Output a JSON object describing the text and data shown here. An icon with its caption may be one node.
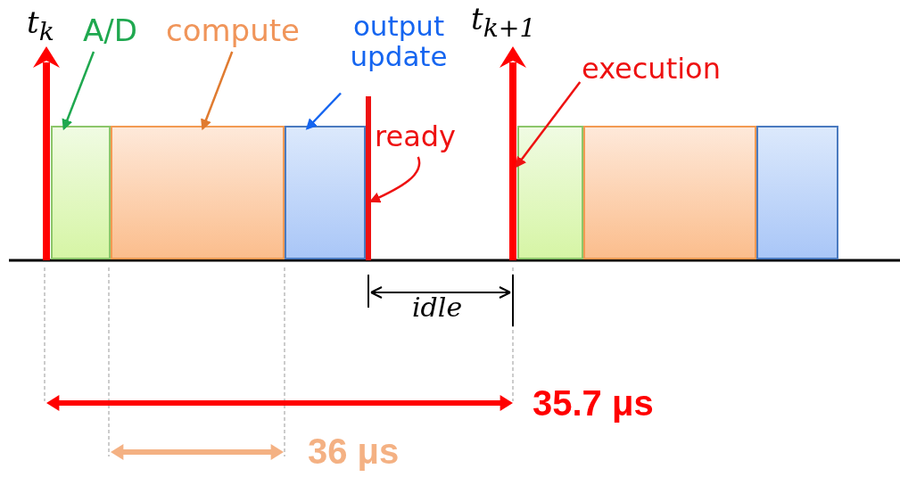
{
  "diagram": {
    "nodes": [
      {
        "text": [
          "t$_{k}$"
        ]
      },
      {
        "text": [
          "A/D"
        ]
      },
      {
        "text": [
          "compute"
        ]
      },
      {
        "text": [
          "output update"
        ]
      },
      {
        "text": [
          "t$_{k+1}$"
        ]
      },
      {
        "text": [
          "execution"
        ]
      },
      {
        "text": [],
        "shape": "box"
      },
      {
        "text": [],
        "shape": "box"
      },
      {
        "text": [],
        "shape": "box"
      },
      {
        "text": [],
        "shape": "bar"
      },
      {
        "text": [
          "ready"
        ]
      },
      {
        "text": [],
        "shape": "box"
      },
      {
        "text": [],
        "shape": "box"
      },
      {
        "text": [],
        "shape": "box"
      }
    ],
    "edges": [
      {
        "from": 1,
        "to": 6,
        "arrow": "to",
        "color": "#1fa84f"
      },
      {
        "from": 2,
        "to": 7,
        "arrow": "to",
        "color": "#e07b30"
      },
      {
        "from": 3,
        "to": 8,
        "arrow": "to",
        "color": "#1565f0"
      },
      {
        "from": 10,
        "to": 9,
        "arrow": "to",
        "color": "#ee1111"
      },
      {
        "from": 5,
        "to": 4,
        "arrow": "to",
        "color": "#ee1111"
      }
    ],
    "labels": [
      "idle",
      "35.7 μs",
      "36 μs"
    ]
  }
}
